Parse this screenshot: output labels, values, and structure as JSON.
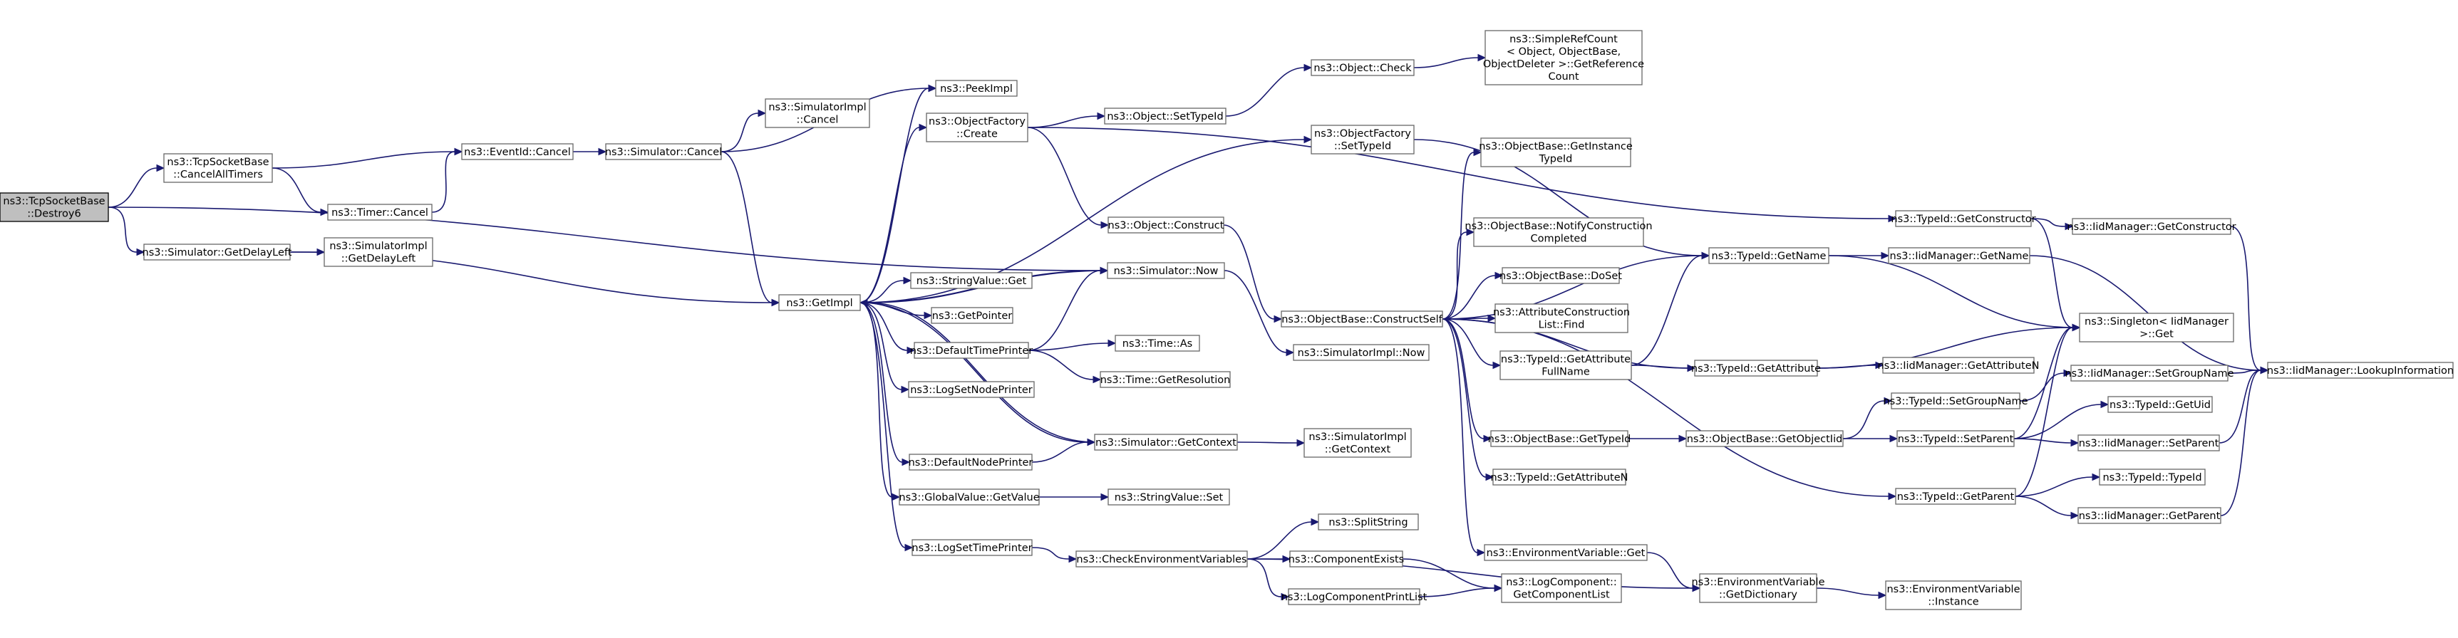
{
  "nodes": [
    {
      "id": "destroy6",
      "lines": [
        "ns3::TcpSocketBase",
        "::Destroy6"
      ],
      "root": true
    },
    {
      "id": "cancel_all_timers",
      "lines": [
        "ns3::TcpSocketBase",
        "::CancelAllTimers"
      ]
    },
    {
      "id": "get_delay_left",
      "lines": [
        "ns3::Simulator::GetDelayLeft"
      ]
    },
    {
      "id": "timer_cancel",
      "lines": [
        "ns3::Timer::Cancel"
      ]
    },
    {
      "id": "eventid_cancel",
      "lines": [
        "ns3::EventId::Cancel"
      ]
    },
    {
      "id": "simulator_cancel",
      "lines": [
        "ns3::Simulator::Cancel"
      ]
    },
    {
      "id": "simimpl_cancel",
      "lines": [
        "ns3::SimulatorImpl",
        "::Cancel"
      ]
    },
    {
      "id": "simimpl_getdelayleft",
      "lines": [
        "ns3::SimulatorImpl",
        "::GetDelayLeft"
      ]
    },
    {
      "id": "getimpl",
      "lines": [
        "ns3::GetImpl"
      ]
    },
    {
      "id": "peekimpl",
      "lines": [
        "ns3::PeekImpl"
      ]
    },
    {
      "id": "objfactory_create",
      "lines": [
        "ns3::ObjectFactory",
        "::Create"
      ]
    },
    {
      "id": "objfactory_settypeid",
      "lines": [
        "ns3::ObjectFactory",
        "::SetTypeId"
      ]
    },
    {
      "id": "object_settypeid",
      "lines": [
        "ns3::Object::SetTypeId"
      ]
    },
    {
      "id": "object_check",
      "lines": [
        "ns3::Object::Check"
      ]
    },
    {
      "id": "simplerefcount",
      "lines": [
        "ns3::SimpleRefCount",
        "< Object, ObjectBase,",
        "ObjectDeleter >::GetReference",
        "Count"
      ]
    },
    {
      "id": "object_construct",
      "lines": [
        "ns3::Object::Construct"
      ]
    },
    {
      "id": "stringvalue_get",
      "lines": [
        "ns3::StringValue::Get"
      ]
    },
    {
      "id": "getpointer",
      "lines": [
        "ns3::GetPointer"
      ]
    },
    {
      "id": "simulator_now",
      "lines": [
        "ns3::Simulator::Now"
      ]
    },
    {
      "id": "default_time_printer",
      "lines": [
        "ns3::DefaultTimePrinter"
      ]
    },
    {
      "id": "time_as",
      "lines": [
        "ns3::Time::As"
      ]
    },
    {
      "id": "time_getresolution",
      "lines": [
        "ns3::Time::GetResolution"
      ]
    },
    {
      "id": "log_setnodeprinter",
      "lines": [
        "ns3::LogSetNodePrinter"
      ]
    },
    {
      "id": "simulator_getcontext",
      "lines": [
        "ns3::Simulator::GetContext"
      ]
    },
    {
      "id": "simimpl_getcontext",
      "lines": [
        "ns3::SimulatorImpl",
        "::GetContext"
      ]
    },
    {
      "id": "default_node_printer",
      "lines": [
        "ns3::DefaultNodePrinter"
      ]
    },
    {
      "id": "globalvalue_getvalue",
      "lines": [
        "ns3::GlobalValue::GetValue"
      ]
    },
    {
      "id": "stringvalue_set",
      "lines": [
        "ns3::StringValue::Set"
      ]
    },
    {
      "id": "log_settimeprinter",
      "lines": [
        "ns3::LogSetTimePrinter"
      ]
    },
    {
      "id": "check_env_vars",
      "lines": [
        "ns3::CheckEnvironmentVariables"
      ]
    },
    {
      "id": "splitstring",
      "lines": [
        "ns3::SplitString"
      ]
    },
    {
      "id": "component_exists",
      "lines": [
        "ns3::ComponentExists"
      ]
    },
    {
      "id": "log_component_printlist",
      "lines": [
        "ns3::LogComponentPrintList"
      ]
    },
    {
      "id": "logcomponent_getlist",
      "lines": [
        "ns3::LogComponent::",
        "GetComponentList"
      ]
    },
    {
      "id": "simimpl_now",
      "lines": [
        "ns3::SimulatorImpl::Now"
      ]
    },
    {
      "id": "objbase_constructself",
      "lines": [
        "ns3::ObjectBase::ConstructSelf"
      ]
    },
    {
      "id": "objbase_getinstancetypeid",
      "lines": [
        "ns3::ObjectBase::GetInstance",
        "TypeId"
      ]
    },
    {
      "id": "objbase_notifyconstruction",
      "lines": [
        "ns3::ObjectBase::NotifyConstruction",
        "Completed"
      ]
    },
    {
      "id": "objbase_doset",
      "lines": [
        "ns3::ObjectBase::DoSet"
      ]
    },
    {
      "id": "attr_construction_find",
      "lines": [
        "ns3::AttributeConstruction",
        "List::Find"
      ]
    },
    {
      "id": "typeid_getattributefullname",
      "lines": [
        "ns3::TypeId::GetAttribute",
        "FullName"
      ]
    },
    {
      "id": "objbase_gettypeid",
      "lines": [
        "ns3::ObjectBase::GetTypeId"
      ]
    },
    {
      "id": "typeid_getattributen",
      "lines": [
        "ns3::TypeId::GetAttributeN"
      ]
    },
    {
      "id": "envvar_get",
      "lines": [
        "ns3::EnvironmentVariable::Get"
      ]
    },
    {
      "id": "envvar_getdictionary",
      "lines": [
        "ns3::EnvironmentVariable",
        "::GetDictionary"
      ]
    },
    {
      "id": "envvar_instance",
      "lines": [
        "ns3::EnvironmentVariable",
        "::Instance"
      ]
    },
    {
      "id": "typeid_getname",
      "lines": [
        "ns3::TypeId::GetName"
      ]
    },
    {
      "id": "typeid_getattribute",
      "lines": [
        "ns3::TypeId::GetAttribute"
      ]
    },
    {
      "id": "objbase_getobjectiid",
      "lines": [
        "ns3::ObjectBase::GetObjectIid"
      ]
    },
    {
      "id": "typeid_getconstructor",
      "lines": [
        "ns3::TypeId::GetConstructor"
      ]
    },
    {
      "id": "iidmgr_getconstructor",
      "lines": [
        "ns3::IidManager::GetConstructor"
      ]
    },
    {
      "id": "iidmgr_getname",
      "lines": [
        "ns3::IidManager::GetName"
      ]
    },
    {
      "id": "iidmgr_getattributen",
      "lines": [
        "ns3::IidManager::GetAttributeN"
      ]
    },
    {
      "id": "typeid_setgroupname",
      "lines": [
        "ns3::TypeId::SetGroupName"
      ]
    },
    {
      "id": "typeid_setparent",
      "lines": [
        "ns3::TypeId::SetParent"
      ]
    },
    {
      "id": "typeid_getparent",
      "lines": [
        "ns3::TypeId::GetParent"
      ]
    },
    {
      "id": "singleton_get",
      "lines": [
        "ns3::Singleton< IidManager",
        " >::Get"
      ]
    },
    {
      "id": "iidmgr_setgroupname",
      "lines": [
        "ns3::IidManager::SetGroupName"
      ]
    },
    {
      "id": "typeid_getuid",
      "lines": [
        "ns3::TypeId::GetUid"
      ]
    },
    {
      "id": "iidmgr_setparent",
      "lines": [
        "ns3::IidManager::SetParent"
      ]
    },
    {
      "id": "typeid_typeid",
      "lines": [
        "ns3::TypeId::TypeId"
      ]
    },
    {
      "id": "iidmgr_getparent",
      "lines": [
        "ns3::IidManager::GetParent"
      ]
    },
    {
      "id": "iidmgr_lookupinformation",
      "lines": [
        "ns3::IidManager::LookupInformation"
      ]
    }
  ],
  "edges": [
    [
      "destroy6",
      "cancel_all_timers"
    ],
    [
      "destroy6",
      "get_delay_left"
    ],
    [
      "destroy6",
      "simulator_now"
    ],
    [
      "cancel_all_timers",
      "eventid_cancel"
    ],
    [
      "cancel_all_timers",
      "timer_cancel"
    ],
    [
      "timer_cancel",
      "eventid_cancel"
    ],
    [
      "eventid_cancel",
      "simulator_cancel"
    ],
    [
      "simulator_cancel",
      "simimpl_cancel"
    ],
    [
      "simulator_cancel",
      "peekimpl"
    ],
    [
      "simulator_cancel",
      "getimpl"
    ],
    [
      "get_delay_left",
      "simimpl_getdelayleft"
    ],
    [
      "get_delay_left",
      "getimpl"
    ],
    [
      "getimpl",
      "peekimpl"
    ],
    [
      "getimpl",
      "objfactory_create"
    ],
    [
      "getimpl",
      "objfactory_settypeid"
    ],
    [
      "getimpl",
      "stringvalue_get"
    ],
    [
      "getimpl",
      "getpointer"
    ],
    [
      "getimpl",
      "simulator_now"
    ],
    [
      "getimpl",
      "default_time_printer"
    ],
    [
      "getimpl",
      "log_setnodeprinter"
    ],
    [
      "getimpl",
      "simulator_getcontext"
    ],
    [
      "getimpl",
      "default_node_printer"
    ],
    [
      "getimpl",
      "globalvalue_getvalue"
    ],
    [
      "getimpl",
      "log_settimeprinter"
    ],
    [
      "objfactory_create",
      "object_settypeid"
    ],
    [
      "objfactory_create",
      "object_construct"
    ],
    [
      "objfactory_create",
      "typeid_getconstructor"
    ],
    [
      "object_settypeid",
      "object_check"
    ],
    [
      "object_check",
      "simplerefcount"
    ],
    [
      "object_construct",
      "objbase_constructself"
    ],
    [
      "objfactory_settypeid",
      "typeid_getname"
    ],
    [
      "simulator_now",
      "getimpl"
    ],
    [
      "simulator_now",
      "simimpl_now"
    ],
    [
      "default_time_printer",
      "simulator_now"
    ],
    [
      "default_time_printer",
      "time_as"
    ],
    [
      "default_time_printer",
      "time_getresolution"
    ],
    [
      "simulator_getcontext",
      "getimpl"
    ],
    [
      "simulator_getcontext",
      "simimpl_getcontext"
    ],
    [
      "default_node_printer",
      "simulator_getcontext"
    ],
    [
      "globalvalue_getvalue",
      "stringvalue_set"
    ],
    [
      "log_settimeprinter",
      "check_env_vars"
    ],
    [
      "check_env_vars",
      "splitstring"
    ],
    [
      "check_env_vars",
      "component_exists"
    ],
    [
      "check_env_vars",
      "log_component_printlist"
    ],
    [
      "check_env_vars",
      "envvar_getdictionary"
    ],
    [
      "component_exists",
      "logcomponent_getlist"
    ],
    [
      "log_component_printlist",
      "logcomponent_getlist"
    ],
    [
      "objbase_constructself",
      "objbase_getinstancetypeid"
    ],
    [
      "objbase_constructself",
      "objbase_notifyconstruction"
    ],
    [
      "objbase_constructself",
      "typeid_getname"
    ],
    [
      "objbase_constructself",
      "objbase_doset"
    ],
    [
      "objbase_constructself",
      "attr_construction_find"
    ],
    [
      "objbase_constructself",
      "typeid_getattributefullname"
    ],
    [
      "objbase_constructself",
      "typeid_getattribute"
    ],
    [
      "objbase_constructself",
      "objbase_gettypeid"
    ],
    [
      "objbase_constructself",
      "typeid_getattributen"
    ],
    [
      "objbase_constructself",
      "typeid_getparent"
    ],
    [
      "objbase_constructself",
      "envvar_get"
    ],
    [
      "typeid_getattributefullname",
      "typeid_getname"
    ],
    [
      "typeid_getattributefullname",
      "typeid_getattribute"
    ],
    [
      "objbase_gettypeid",
      "objbase_getobjectiid"
    ],
    [
      "objbase_getobjectiid",
      "typeid_setgroupname"
    ],
    [
      "objbase_getobjectiid",
      "typeid_setparent"
    ],
    [
      "envvar_get",
      "envvar_getdictionary"
    ],
    [
      "envvar_getdictionary",
      "envvar_instance"
    ],
    [
      "typeid_getname",
      "iidmgr_getname"
    ],
    [
      "typeid_getname",
      "singleton_get"
    ],
    [
      "typeid_getattribute",
      "iidmgr_getattributen"
    ],
    [
      "typeid_getattribute",
      "singleton_get"
    ],
    [
      "typeid_getconstructor",
      "iidmgr_getconstructor"
    ],
    [
      "typeid_getconstructor",
      "singleton_get"
    ],
    [
      "typeid_setgroupname",
      "iidmgr_setgroupname"
    ],
    [
      "typeid_setparent",
      "typeid_getuid"
    ],
    [
      "typeid_setparent",
      "iidmgr_setparent"
    ],
    [
      "typeid_setparent",
      "singleton_get"
    ],
    [
      "typeid_getparent",
      "typeid_typeid"
    ],
    [
      "typeid_getparent",
      "iidmgr_getparent"
    ],
    [
      "typeid_getparent",
      "singleton_get"
    ],
    [
      "iidmgr_getconstructor",
      "iidmgr_lookupinformation"
    ],
    [
      "iidmgr_getname",
      "iidmgr_lookupinformation"
    ],
    [
      "iidmgr_setgroupname",
      "iidmgr_lookupinformation"
    ],
    [
      "iidmgr_setparent",
      "iidmgr_lookupinformation"
    ],
    [
      "iidmgr_getparent",
      "iidmgr_lookupinformation"
    ]
  ]
}
